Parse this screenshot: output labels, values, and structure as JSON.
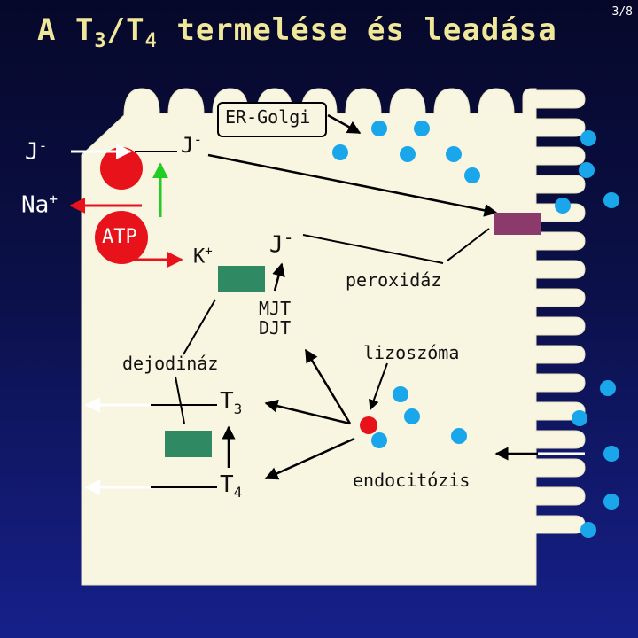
{
  "slide": {
    "title_main": "A T",
    "title_sub1": "3",
    "title_mid": "/T",
    "title_sub2": "4",
    "title_end": " termelése és leadása",
    "page_number": "3/8"
  },
  "labels": {
    "iodide_outside": "J",
    "iodide_outside_sup": "-",
    "iodide_inside": "J",
    "iodide_inside_sup": "-",
    "sodium": "Na",
    "sodium_sup": "+",
    "atp": "ATP",
    "potassium": "K",
    "potassium_sup": "+",
    "er_golgi": "ER-Golgi",
    "iodide_center": "J",
    "iodide_center_sup": "-",
    "peroxidase": "peroxidáz",
    "mjt": "MJT",
    "djt": "DJT",
    "deiodinase": "dejodináz",
    "lysosome": "lizoszóma",
    "t3": "T",
    "t3_sub": "3",
    "t4": "T",
    "t4_sub": "4",
    "endocytosis": "endocitózis"
  },
  "colors": {
    "background_top": "#06082a",
    "background_bottom": "#16208a",
    "title": "#f0e79a",
    "cell": "#f8f5e1",
    "transporter_red": "#e8121a",
    "arrow_red": "#e8121a",
    "arrow_green": "#22cc22",
    "enzyme_green": "#2f8a63",
    "peroxidase_purple": "#8b3a6b",
    "colloid_blue": "#1aa6ea"
  },
  "icons": {
    "transporter": "red-circle",
    "deiodinase_block": "green-rectangle",
    "peroxidase_block": "purple-rectangle",
    "colloid_droplet": "blue-circle",
    "lysosome": "red-dot"
  }
}
